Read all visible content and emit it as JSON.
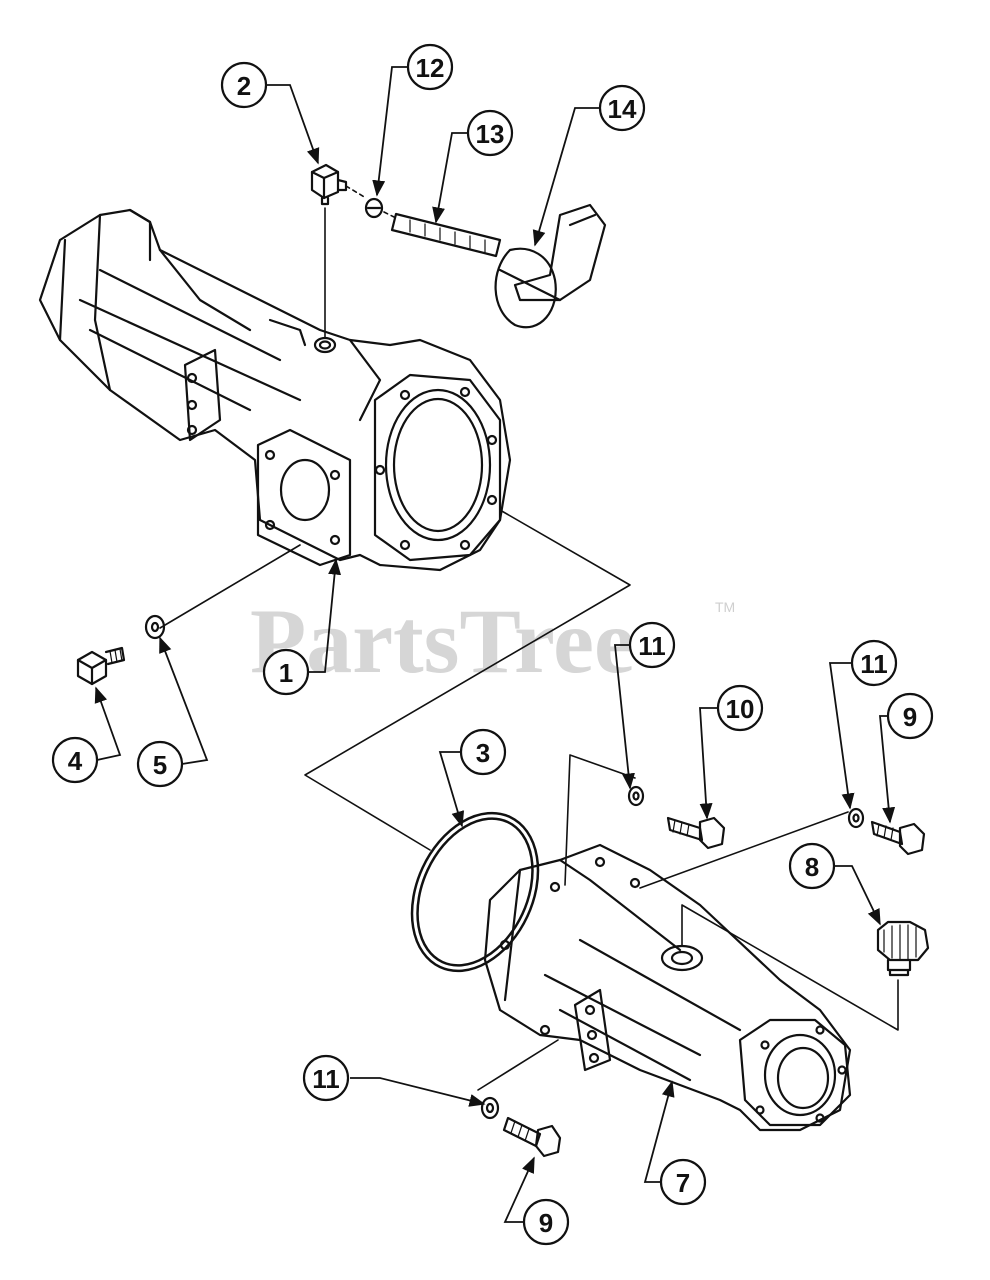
{
  "diagram": {
    "watermark": "PartsTree",
    "trademark": "TM",
    "callouts": [
      {
        "id": "c1",
        "label": "1"
      },
      {
        "id": "c2",
        "label": "2"
      },
      {
        "id": "c3",
        "label": "3"
      },
      {
        "id": "c4",
        "label": "4"
      },
      {
        "id": "c5",
        "label": "5"
      },
      {
        "id": "c7",
        "label": "7"
      },
      {
        "id": "c8",
        "label": "8"
      },
      {
        "id": "c9a",
        "label": "9"
      },
      {
        "id": "c9b",
        "label": "9"
      },
      {
        "id": "c10",
        "label": "10"
      },
      {
        "id": "c11a",
        "label": "11"
      },
      {
        "id": "c11b",
        "label": "11"
      },
      {
        "id": "c11c",
        "label": "11"
      },
      {
        "id": "c12",
        "label": "12"
      },
      {
        "id": "c13",
        "label": "13"
      },
      {
        "id": "c14",
        "label": "14"
      }
    ]
  }
}
